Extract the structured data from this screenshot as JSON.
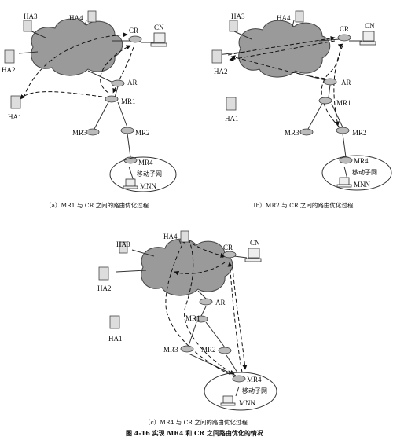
{
  "panels": [
    {
      "caption": "（a）MR1 与 CR 之间的路由优化过程",
      "labels": {
        "HA1": "HA1",
        "HA2": "HA2",
        "HA3": "HA3",
        "HA4": "HA4",
        "CR": "CR",
        "CN": "CN",
        "AR": "AR",
        "MR1": "MR1",
        "MR2": "MR2",
        "MR3": "MR3",
        "MR4": "MR4",
        "MNN": "MNN",
        "subnet": "移动子网"
      }
    },
    {
      "caption": "（b）MR2 与 CR 之间的路由优化过程",
      "labels": {
        "HA1": "HA1",
        "HA2": "HA2",
        "HA3": "HA3",
        "HA4": "HA4",
        "CR": "CR",
        "CN": "CN",
        "AR": "AR",
        "MR1": "MR1",
        "MR2": "MR2",
        "MR3": "MR3",
        "MR4": "MR4",
        "MNN": "MNN",
        "subnet": "移动子网"
      }
    },
    {
      "caption": "（c）MR4 与 CR 之间的路由优化过程",
      "labels": {
        "HA1": "HA1",
        "HA2": "HA2",
        "HA3": "HA3",
        "HA4": "HA4",
        "CR": "CR",
        "CN": "CN",
        "AR": "AR",
        "MR1": "MR1",
        "MR2": "MR2",
        "MR3": "MR3",
        "MR4": "MR4",
        "MNN": "MNN",
        "subnet": "移动子网"
      }
    }
  ],
  "figure_caption": "图 4-16   实现 MR4 和 CR 之间路由优化的情况"
}
